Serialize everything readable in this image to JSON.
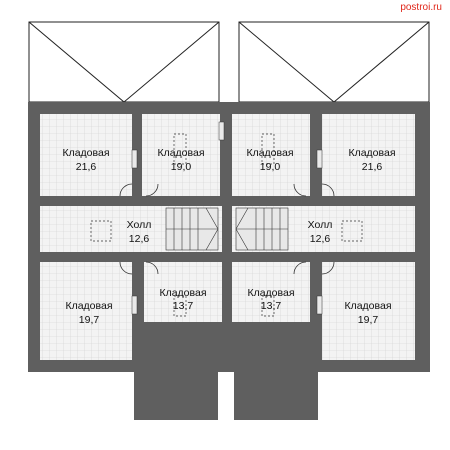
{
  "watermark": "postroi.ru",
  "colors": {
    "wall": "#5f5f5f",
    "floor": "#f3f3f3",
    "grid": "#d2d2d2",
    "line": "#222222",
    "watermark": "#e0271a"
  },
  "rooms": {
    "storage_tl": {
      "name": "Кладовая",
      "area": "21,6"
    },
    "storage_tm1": {
      "name": "Кладовая",
      "area": "19,0"
    },
    "storage_tm2": {
      "name": "Кладовая",
      "area": "19,0"
    },
    "storage_tr": {
      "name": "Кладовая",
      "area": "21,6"
    },
    "hall_left": {
      "name": "Холл",
      "area": "12,6"
    },
    "hall_right": {
      "name": "Холл",
      "area": "12,6"
    },
    "storage_bl": {
      "name": "Кладовая",
      "area": "19,7"
    },
    "storage_bm1": {
      "name": "Кладовая",
      "area": "13,7"
    },
    "storage_bm2": {
      "name": "Кладовая",
      "area": "13,7"
    },
    "storage_br": {
      "name": "Кладовая",
      "area": "19,7"
    }
  }
}
